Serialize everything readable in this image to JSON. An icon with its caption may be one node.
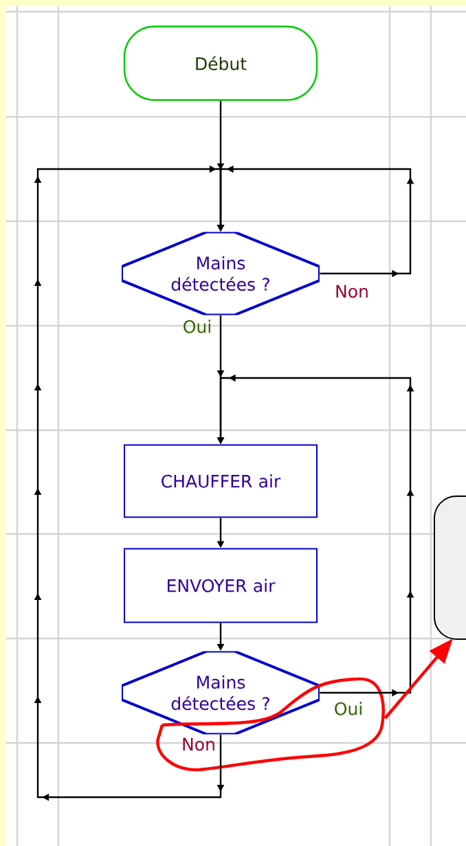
{
  "diagram": {
    "nodes": [
      {
        "text": [
          "Début"
        ]
      },
      {
        "text": [
          "Mains détectées ?"
        ]
      },
      {
        "text": [
          "CHAUFFER air"
        ]
      },
      {
        "text": [
          "ENVOYER air"
        ]
      },
      {
        "text": [
          "Mains détectées ?"
        ]
      },
      {
        "text": [],
        "shape": "box"
      }
    ],
    "edges": [
      {
        "from": 0,
        "to": 1,
        "arrow": "to"
      },
      {
        "from": 1,
        "to": 1,
        "arrow": "to",
        "label": "Non"
      },
      {
        "from": 1,
        "to": 2,
        "arrow": "to",
        "label": "Oui"
      },
      {
        "from": 2,
        "to": 3,
        "arrow": "to"
      },
      {
        "from": 3,
        "to": 4,
        "arrow": "to"
      },
      {
        "from": 4,
        "to": 2,
        "arrow": "to",
        "label": "Oui"
      },
      {
        "from": 4,
        "to": 1,
        "arrow": "to",
        "label": "Non"
      },
      {
        "from": 4,
        "to": 5,
        "arrow": "to",
        "style": "thick",
        "color": "#ff0000"
      }
    ]
  }
}
